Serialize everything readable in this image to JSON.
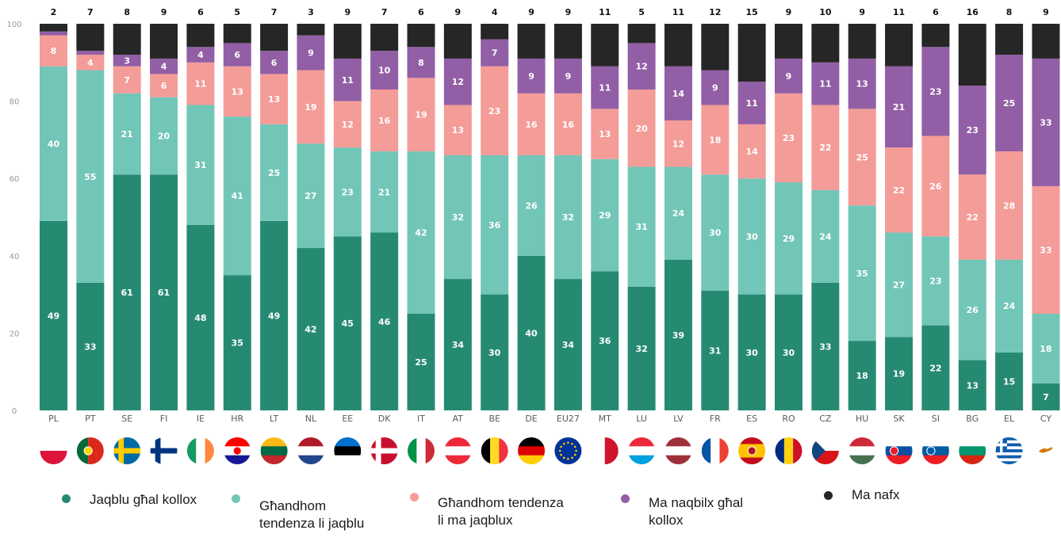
{
  "chart_data": {
    "type": "bar",
    "stacked": true,
    "orientation": "vertical",
    "ylim": [
      0,
      100
    ],
    "yticks": [
      "0",
      "20",
      "40",
      "60",
      "80",
      "100"
    ],
    "grid": false,
    "legend_position": "bottom",
    "categories": [
      "PL",
      "PT",
      "SE",
      "FI",
      "IE",
      "HR",
      "LT",
      "NL",
      "EE",
      "DK",
      "IT",
      "AT",
      "BE",
      "DE",
      "EU27",
      "MT",
      "LU",
      "LV",
      "FR",
      "ES",
      "RO",
      "CZ",
      "HU",
      "SK",
      "SI",
      "BG",
      "EL",
      "CY"
    ],
    "series": [
      {
        "name": "Jaqblu għal kollox",
        "color": "#268a73",
        "values": [
          49,
          33,
          61,
          61,
          48,
          35,
          49,
          42,
          45,
          46,
          25,
          34,
          30,
          40,
          34,
          36,
          32,
          39,
          31,
          30,
          30,
          33,
          18,
          19,
          22,
          13,
          15,
          7
        ]
      },
      {
        "name": "Għandhom tendenza li jaqblu",
        "color": "#72c6b7",
        "values": [
          40,
          55,
          21,
          20,
          31,
          41,
          25,
          27,
          23,
          21,
          42,
          32,
          36,
          26,
          32,
          29,
          31,
          24,
          30,
          30,
          29,
          24,
          35,
          27,
          23,
          26,
          24,
          18
        ]
      },
      {
        "name": "Għandhom tendenza li ma jaqblux",
        "color": "#f49c98",
        "values": [
          8,
          4,
          7,
          6,
          11,
          13,
          13,
          19,
          12,
          16,
          19,
          13,
          23,
          16,
          16,
          13,
          20,
          12,
          18,
          14,
          23,
          22,
          25,
          22,
          26,
          22,
          28,
          33
        ]
      },
      {
        "name": "Ma naqbilx għal kollox",
        "color": "#925ea5",
        "values": [
          1,
          1,
          3,
          4,
          4,
          6,
          6,
          9,
          11,
          10,
          8,
          12,
          7,
          9,
          9,
          11,
          12,
          14,
          9,
          11,
          9,
          11,
          13,
          21,
          23,
          23,
          25,
          33
        ]
      },
      {
        "name": "Ma nafx",
        "color": "#262626",
        "values": [
          2,
          7,
          8,
          9,
          6,
          5,
          7,
          3,
          9,
          7,
          6,
          9,
          4,
          9,
          9,
          11,
          5,
          11,
          12,
          15,
          9,
          10,
          9,
          11,
          6,
          16,
          8,
          9
        ]
      }
    ],
    "labels": [
      [
        "49",
        "40",
        "8",
        "",
        "2"
      ],
      [
        "33",
        "55",
        "4",
        "",
        "7"
      ],
      [
        "61",
        "21",
        "7",
        "3",
        "8"
      ],
      [
        "61",
        "20",
        "6",
        "4",
        "9"
      ],
      [
        "48",
        "31",
        "11",
        "4",
        "6"
      ],
      [
        "35",
        "41",
        "13",
        "6",
        "5"
      ],
      [
        "49",
        "25",
        "13",
        "6",
        "7"
      ],
      [
        "42",
        "27",
        "19",
        "9",
        "3"
      ],
      [
        "45",
        "23",
        "12",
        "11",
        "9"
      ],
      [
        "46",
        "21",
        "16",
        "10",
        "7"
      ],
      [
        "25",
        "42",
        "19",
        "8",
        "6"
      ],
      [
        "34",
        "32",
        "13",
        "12",
        "9"
      ],
      [
        "30",
        "36",
        "23",
        "7",
        "4"
      ],
      [
        "40",
        "26",
        "16",
        "9",
        "9"
      ],
      [
        "34",
        "32",
        "16",
        "9",
        "9"
      ],
      [
        "36",
        "29",
        "13",
        "11",
        "11"
      ],
      [
        "32",
        "31",
        "20",
        "12",
        "5"
      ],
      [
        "39",
        "24",
        "12",
        "14",
        "11"
      ],
      [
        "31",
        "30",
        "18",
        "9",
        "12"
      ],
      [
        "30",
        "30",
        "14",
        "11",
        "15"
      ],
      [
        "30",
        "29",
        "23",
        "9",
        "9"
      ],
      [
        "33",
        "24",
        "22",
        "11",
        "10"
      ],
      [
        "18",
        "35",
        "25",
        "13",
        "9"
      ],
      [
        "19",
        "27",
        "22",
        "21",
        "11"
      ],
      [
        "22",
        "23",
        "26",
        "23",
        "6"
      ],
      [
        "13",
        "26",
        "22",
        "23",
        "16"
      ],
      [
        "15",
        "24",
        "28",
        "25",
        "8"
      ],
      [
        "7",
        "18",
        "33",
        "33",
        "9"
      ]
    ]
  },
  "legend": [
    {
      "label": "Jaqblu għal kollox",
      "color": "#268a73"
    },
    {
      "label": "Għandhom tendenza li jaqblu",
      "color": "#72c6b7"
    },
    {
      "label": "Għandhom tendenza li ma jaqblux",
      "color": "#f49c98"
    },
    {
      "label": "Ma naqbilx għal kollox",
      "color": "#925ea5"
    },
    {
      "label": "Ma nafx",
      "color": "#262626"
    }
  ],
  "flags": {
    "PL": {
      "type": "h",
      "colors": [
        "#ffffff",
        "#dc143c"
      ]
    },
    "PT": {
      "type": "v",
      "colors": [
        "#046a38",
        "#da291c"
      ],
      "emblem": "#ffd700"
    },
    "SE": {
      "type": "cross",
      "colors": [
        "#006aa7",
        "#fecc00"
      ]
    },
    "FI": {
      "type": "cross",
      "colors": [
        "#ffffff",
        "#003580"
      ]
    },
    "IE": {
      "type": "v",
      "colors": [
        "#169b62",
        "#ffffff",
        "#ff883e"
      ]
    },
    "HR": {
      "type": "h",
      "colors": [
        "#ff0000",
        "#ffffff",
        "#171796"
      ],
      "emblem": "#ff0000"
    },
    "LT": {
      "type": "h",
      "colors": [
        "#fdb913",
        "#006a44",
        "#c1272d"
      ]
    },
    "NL": {
      "type": "h",
      "colors": [
        "#ae1c28",
        "#ffffff",
        "#21468b"
      ]
    },
    "EE": {
      "type": "h",
      "colors": [
        "#0072ce",
        "#000000",
        "#ffffff"
      ]
    },
    "DK": {
      "type": "cross",
      "colors": [
        "#c8102e",
        "#ffffff"
      ]
    },
    "IT": {
      "type": "v",
      "colors": [
        "#009246",
        "#ffffff",
        "#ce2b37"
      ]
    },
    "AT": {
      "type": "h",
      "colors": [
        "#ed2939",
        "#ffffff",
        "#ed2939"
      ]
    },
    "BE": {
      "type": "v",
      "colors": [
        "#000000",
        "#fdda24",
        "#ef3340"
      ]
    },
    "DE": {
      "type": "h",
      "colors": [
        "#000000",
        "#dd0000",
        "#ffce00"
      ]
    },
    "EU27": {
      "type": "eu",
      "colors": [
        "#003399",
        "#ffcc00"
      ]
    },
    "MT": {
      "type": "v",
      "colors": [
        "#ffffff",
        "#cf142b"
      ]
    },
    "LU": {
      "type": "h",
      "colors": [
        "#ed2939",
        "#ffffff",
        "#00a1de"
      ]
    },
    "LV": {
      "type": "h",
      "colors": [
        "#9e3039",
        "#ffffff",
        "#9e3039"
      ]
    },
    "FR": {
      "type": "v",
      "colors": [
        "#0055a4",
        "#ffffff",
        "#ef4135"
      ]
    },
    "ES": {
      "type": "h3",
      "colors": [
        "#c60b1e",
        "#ffc400",
        "#c60b1e"
      ],
      "emblem": "#ad1519"
    },
    "RO": {
      "type": "v",
      "colors": [
        "#002b7f",
        "#fcd116",
        "#ce1126"
      ]
    },
    "CZ": {
      "type": "cz",
      "colors": [
        "#ffffff",
        "#d7141a",
        "#11457e"
      ]
    },
    "HU": {
      "type": "h",
      "colors": [
        "#ce2939",
        "#ffffff",
        "#477050"
      ]
    },
    "SK": {
      "type": "h",
      "colors": [
        "#ffffff",
        "#0b4ea2",
        "#ee1c25"
      ],
      "emblem": "#ee1c25"
    },
    "SI": {
      "type": "h",
      "colors": [
        "#ffffff",
        "#005da4",
        "#ed1c24"
      ],
      "emblem": "#005da4"
    },
    "BG": {
      "type": "h",
      "colors": [
        "#ffffff",
        "#00966e",
        "#d62612"
      ]
    },
    "EL": {
      "type": "gr",
      "colors": [
        "#0d5eaf",
        "#ffffff"
      ]
    },
    "CY": {
      "type": "cy",
      "colors": [
        "#ffffff",
        "#d57800"
      ]
    }
  }
}
